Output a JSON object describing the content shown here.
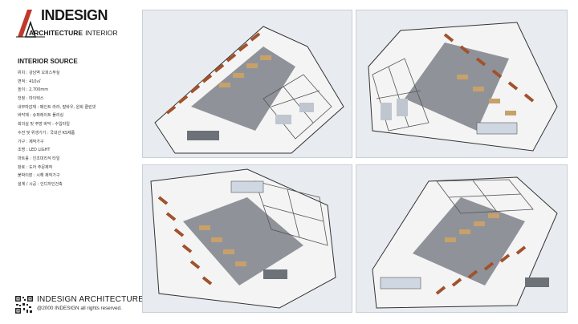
{
  "brand": {
    "logo_top": "INDESIGN",
    "logo_bottom_main": "ARCHITECTURE",
    "logo_bottom_sub": "INTERIOR"
  },
  "source": {
    "title": "INTERIOR SOURCE",
    "specs": [
      "위치 : 강남역 오피스무실",
      "면적 : 410㎡",
      "높이 : 2,700mm",
      "천정 : 마이텍스",
      "내부마감재 : 페인트 라라, 발바우, 원회 클린넷",
      "바닥재 : 슈퍼레이트 폴리싱",
      "회의실 및 주방 바닥 : 수입타일",
      "수전 및 위생기기 : 국내산 KS제품",
      "가구 : 제작가구",
      "조명 : LED LIGHT",
      "마트롤 : 인조대리석 타일",
      "창호 : 도어 주문제작",
      "붙박이장 : 시해 제작가구",
      "설계 / 시공 : 인디자인건축"
    ]
  },
  "footer": {
    "company": "INDESIGN ARCHITECTURE",
    "copyright": "@2000 INDESIGN all rights reserved."
  },
  "renders": [
    {
      "name": "render-top-left"
    },
    {
      "name": "render-top-right"
    },
    {
      "name": "render-bottom-left"
    },
    {
      "name": "render-bottom-right"
    }
  ],
  "colors": {
    "floor": "#8f9399",
    "glass": "#cfd8e2",
    "wood": "#a0522d",
    "panel_bg": "#e8ecf0",
    "wall": "#f5f5f5"
  }
}
